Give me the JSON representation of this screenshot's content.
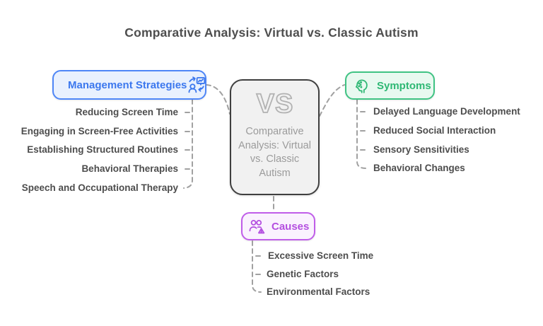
{
  "title": "Comparative Analysis: Virtual vs. Classic Autism",
  "center_node": {
    "vs_label": "VS",
    "description": "Comparative Analysis: Virtual vs. Classic Autism"
  },
  "branches": {
    "management": {
      "label": "Management Strategies",
      "icon": "person-screen-sync-icon",
      "accent_color": "#4e86f7",
      "text_color": "#3c78ee",
      "fill_color": "#e9f1fe",
      "items": [
        "Reducing Screen Time",
        "Engaging in Screen-Free Activities",
        "Establishing Structured Routines",
        "Behavioral Therapies",
        "Speech and Occupational Therapy"
      ]
    },
    "symptoms": {
      "label": "Symptoms",
      "icon": "head-profile-dots-icon",
      "accent_color": "#3fc383",
      "text_color": "#2eb874",
      "fill_color": "#e8f9f0",
      "items": [
        "Delayed Language Development",
        "Reduced Social Interaction",
        "Sensory Sensitivities",
        "Behavioral Changes"
      ]
    },
    "causes": {
      "label": "Causes",
      "icon": "people-warning-icon",
      "accent_color": "#c05de9",
      "text_color": "#b44fe0",
      "fill_color": "#faf2fe",
      "items": [
        "Excessive Screen Time",
        "Genetic Factors",
        "Environmental Factors"
      ]
    }
  },
  "colors": {
    "background": "#ffffff",
    "title_text": "#4e4e4e",
    "item_text": "#4d4d4d",
    "connector": "#a1a1a1",
    "center_fill": "#f1f1f1",
    "center_border": "#3f3f3f",
    "center_text": "#9b9b9b",
    "vs_outline": "#b2b2b2"
  }
}
